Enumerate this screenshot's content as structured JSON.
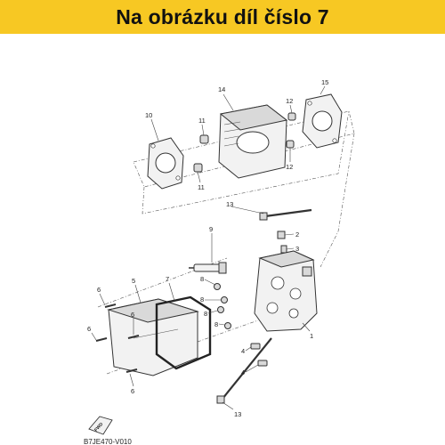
{
  "banner": {
    "title": "Na obrázku díl číslo 7",
    "color": "#f7c823"
  },
  "diagram": {
    "code": "B7JE470-V010",
    "fwd_label": "FWD",
    "callouts": {
      "c1": "1",
      "c2": "2",
      "c3": "3",
      "c4a": "4",
      "c4b": "4",
      "c5": "5",
      "c6a": "6",
      "c6b": "6",
      "c6c": "6",
      "c6d": "6",
      "c7": "7",
      "c8a": "8",
      "c8b": "8",
      "c8c": "8",
      "c8d": "8",
      "c9": "9",
      "c10": "10",
      "c11a": "11",
      "c11b": "11",
      "c12a": "12",
      "c12b": "12",
      "c13a": "13",
      "c13b": "13",
      "c14": "14",
      "c15": "15"
    }
  }
}
